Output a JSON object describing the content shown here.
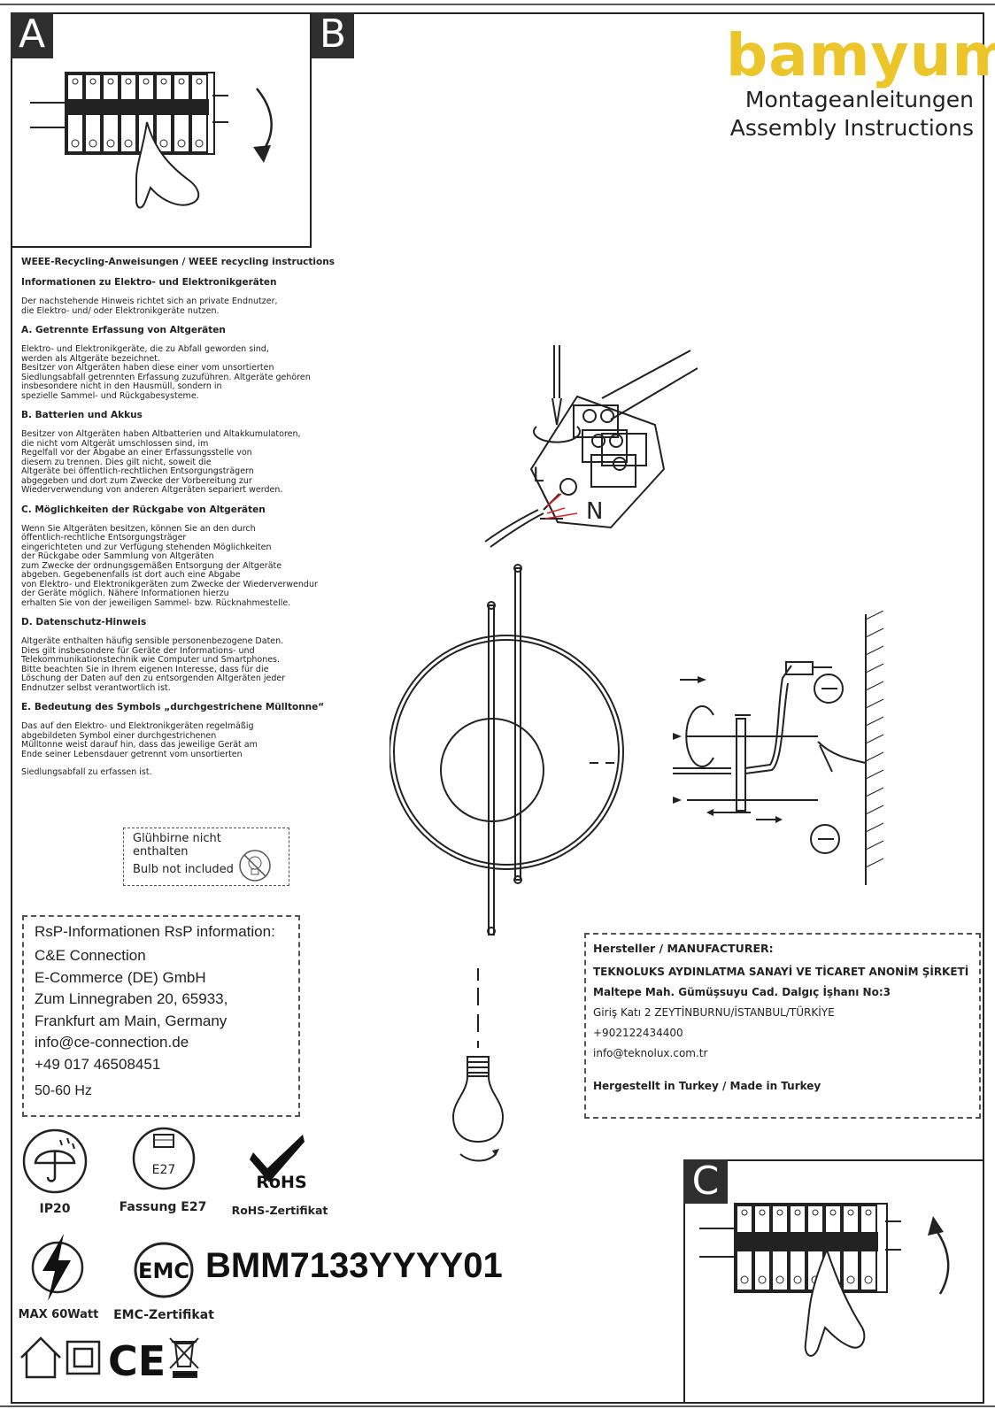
{
  "steps": {
    "a": "A",
    "b": "B",
    "c": "C"
  },
  "brand": {
    "logo": "bamyum",
    "title_de": "Montageanleitungen",
    "title_en": "Assembly Instructions",
    "logo_color": "#ECC52A"
  },
  "weee": {
    "heading": "WEEE-Recycling-Anweisungen / WEEE recycling instructions",
    "subheading": "Informationen zu Elektro- und Elektronikgeräten",
    "intro": "Der nachstehende Hinweis richtet sich an private Endnutzer,\n die Elektro- und/ oder Elektronikgeräte nutzen.",
    "sections": [
      {
        "title": "A. Getrennte Erfassung von Altgeräten",
        "text": "Elektro- und Elektronikgeräte, die zu Abfall geworden sind,\n werden als Altgeräte bezeichnet.\nBesitzer von Altgeräten haben diese einer vom unsortierten\nSiedlungsabfall getrennten Erfassung zuzuführen. Altgeräte gehören\ninsbesondere nicht in den Hausmüll, sondern in\nspezielle Sammel- und Rückgabesysteme."
      },
      {
        "title": "B. Batterien und Akkus",
        "text": "Besitzer von Altgeräten haben Altbatterien und Altakkumulatoren,\n die nicht vom Altgerät umschlossen sind, im\nRegelfall vor der Abgabe an einer Erfassungsstelle von\ndiesem zu trennen. Dies gilt nicht, soweit die\nAltgeräte bei öffentlich-rechtlichen Entsorgungsträgern\nabgegeben und dort zum Zwecke der Vorbereitung zur\nWiederverwendung von anderen Altgeräten separiert werden."
      },
      {
        "title": "C. Möglichkeiten der Rückgabe von Altgeräten",
        "text": "Wenn Sie Altgeräten besitzen, können Sie an den durch\nöffentlich-rechtliche Entsorgungsträger\neingerichteten und zur Verfügung stehenden Möglichkeiten\nder Rückgabe oder Sammlung von Altgeräten\n zum Zwecke der ordnungsgemäßen Entsorgung der Altgeräte\nabgeben. Gegebenenfalls ist dort auch eine Abgabe\n von Elektro- und Elektronikgeräten zum Zwecke der Wiederverwendur\nder Geräte möglich. Nähere Informationen hierzu\nerhalten Sie von der jeweiligen Sammel- bzw. Rücknahmestelle."
      },
      {
        "title": "D. Datenschutz-Hinweis",
        "text": "Altgeräte enthalten häufig sensible personenbezogene Daten.\nDies gilt insbesondere für Geräte der Informations- und\nTelekommunikationstechnik wie Computer und Smartphones.\n Bitte beachten Sie in Ihrem eigenen Interesse, dass für die\nLöschung der Daten auf den zu entsorgenden Altgeräten jeder\nEndnutzer selbst verantwortlich ist."
      },
      {
        "title": "E. Bedeutung des Symbols „durchgestrichene Mülltonne“",
        "text": "Das auf den Elektro- und Elektronikgeräten regelmäßig\n abgebildeten Symbol einer durchgestrichenen\nMülltonne weist darauf hin, dass das jeweilige Gerät am\nEnde seiner Lebensdauer getrennt vom unsortierten"
      }
    ],
    "closing": "Siedlungsabfall zu erfassen ist."
  },
  "bulb_note": {
    "de": "Glühbirne nicht enthalten",
    "en": "Bulb not included"
  },
  "rsp": {
    "title": "RsP-Informationen RsP information:",
    "lines": [
      "C&E Connection",
      "E-Commerce (DE) GmbH",
      "Zum Linnegraben 20, 65933,",
      "Frankfurt am Main, Germany",
      "info@ce-connection.de",
      "+49 017 46508451"
    ],
    "frequency": "50-60 Hz"
  },
  "manufacturer": {
    "title": "Hersteller / MANUFACTURER:",
    "company": "TEKNOLUKS AYDINLATMA SANAYİ VE TİCARET ANONİM ŞİRKETİ",
    "address1": "Maltepe Mah. Gümüşsuyu Cad. Dalgıç İşhanı No:3",
    "address2": "Giriş Katı 2 ZEYTİNBURNU/İSTANBUL/TÜRKİYE",
    "phone": "+902122434400",
    "email": "info@teknolux.com.tr",
    "made_in": "Hergestellt in Turkey / Made in Turkey"
  },
  "wiring_labels": {
    "live": "L",
    "neutral": "N"
  },
  "certifications": {
    "ip": "IP20",
    "socket_icon_text": "E27",
    "socket": "Fassung E27",
    "rohs_mark": "RoHS",
    "rohs": "RoHS-Zertifikat",
    "max": "MAX 60Watt",
    "emc_mark": "EMC",
    "emc": "EMC-Zertifikat",
    "ce_mark": "CE"
  },
  "model": "BMM7133YYYY01"
}
